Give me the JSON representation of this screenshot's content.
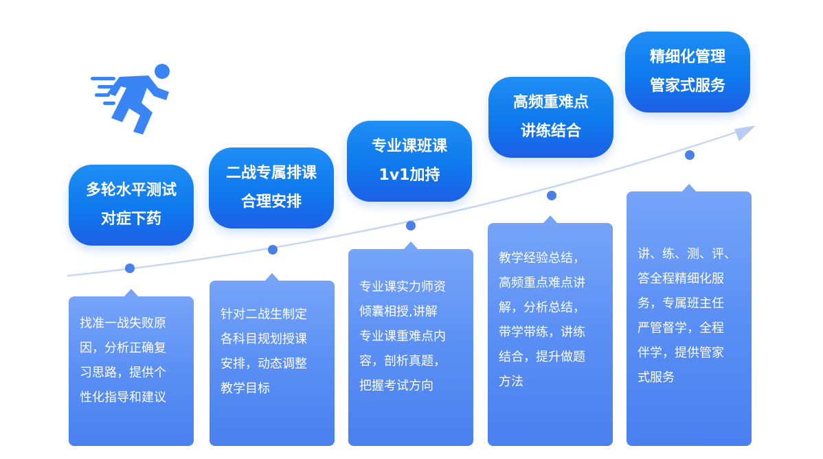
{
  "colors": {
    "pill_accent": "#1283f0",
    "card_fill": "#5a8ff4",
    "curve_line": "#c6d6f5",
    "dot": "#4a7fe8",
    "arrow_head": "#b8cdf4",
    "runner_icon": "#3a84f6"
  },
  "icons": [
    "running-person-icon",
    "trend-arrow-icon"
  ],
  "steps": [
    {
      "title": [
        "多轮水平测试",
        "对症下药"
      ],
      "detail": [
        "找准一战失败原",
        "因，分析正确复",
        "习思路，提供个",
        "性化指导和建议"
      ]
    },
    {
      "title": [
        "二战专属排课",
        "合理安排"
      ],
      "detail": [
        "针对二战生制定",
        "各科目规划授课",
        "安排，动态调整",
        "教学目标"
      ]
    },
    {
      "title": [
        "专业课班课",
        "1v1加持"
      ],
      "detail": [
        "专业课实力师资",
        "倾囊相授,讲解",
        "专业课重难点内",
        "容，剖析真题，",
        "把握考试方向"
      ]
    },
    {
      "title": [
        "高频重难点",
        "讲练结合"
      ],
      "detail": [
        "教学经验总结，",
        "高频重点难点讲",
        "解，分析总结，",
        "带学带练，讲练",
        "结合，提升做题",
        "方法"
      ]
    },
    {
      "title": [
        "精细化管理",
        "管家式服务"
      ],
      "detail": [
        "讲、练、测、评、",
        "答全程精细化服",
        "务，专属班主任",
        "严管督学，全程",
        "伴学，提供管家",
        "式服务"
      ]
    }
  ]
}
